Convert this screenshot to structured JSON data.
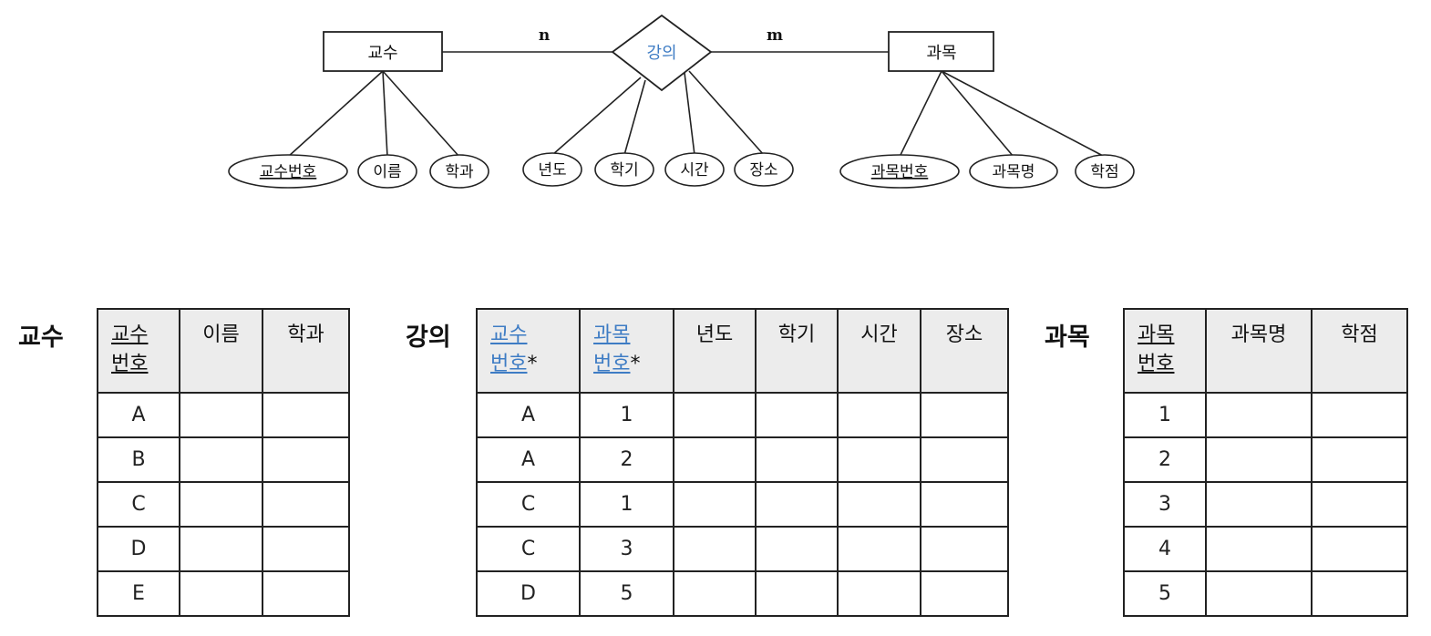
{
  "er": {
    "entities": {
      "prof": "교수",
      "course": "과목"
    },
    "relationship": "강의",
    "cardinality": {
      "left": "n",
      "right": "m"
    },
    "prof_attrs": {
      "key": "교수번호",
      "a1": "이름",
      "a2": "학과"
    },
    "rel_attrs": {
      "a1": "년도",
      "a2": "학기",
      "a3": "시간",
      "a4": "장소"
    },
    "course_attrs": {
      "key": "과목번호",
      "a1": "과목명",
      "a2": "학점"
    }
  },
  "tables": {
    "prof": {
      "label": "교수",
      "headers": {
        "h1a": "교수",
        "h1b": "번호",
        "h2": "이름",
        "h3": "학과"
      },
      "rows": [
        [
          "A"
        ],
        [
          "B"
        ],
        [
          "C"
        ],
        [
          "D"
        ],
        [
          "E"
        ]
      ]
    },
    "lecture": {
      "label": "강의",
      "headers": {
        "h1a": "교수",
        "h1b": "번호",
        "h2a": "과목",
        "h2b": "번호",
        "star": "*",
        "h3": "년도",
        "h4": "학기",
        "h5": "시간",
        "h6": "장소"
      },
      "rows": [
        [
          "A",
          "1"
        ],
        [
          "A",
          "2"
        ],
        [
          "C",
          "1"
        ],
        [
          "C",
          "3"
        ],
        [
          "D",
          "5"
        ]
      ]
    },
    "course": {
      "label": "과목",
      "headers": {
        "h1a": "과목",
        "h1b": "번호",
        "h2": "과목명",
        "h3": "학점"
      },
      "rows": [
        [
          "1"
        ],
        [
          "2"
        ],
        [
          "3"
        ],
        [
          "4"
        ],
        [
          "5"
        ]
      ]
    }
  },
  "colors": {
    "foreign_key": "#3e7cc4",
    "header_bg": "#ececec"
  }
}
